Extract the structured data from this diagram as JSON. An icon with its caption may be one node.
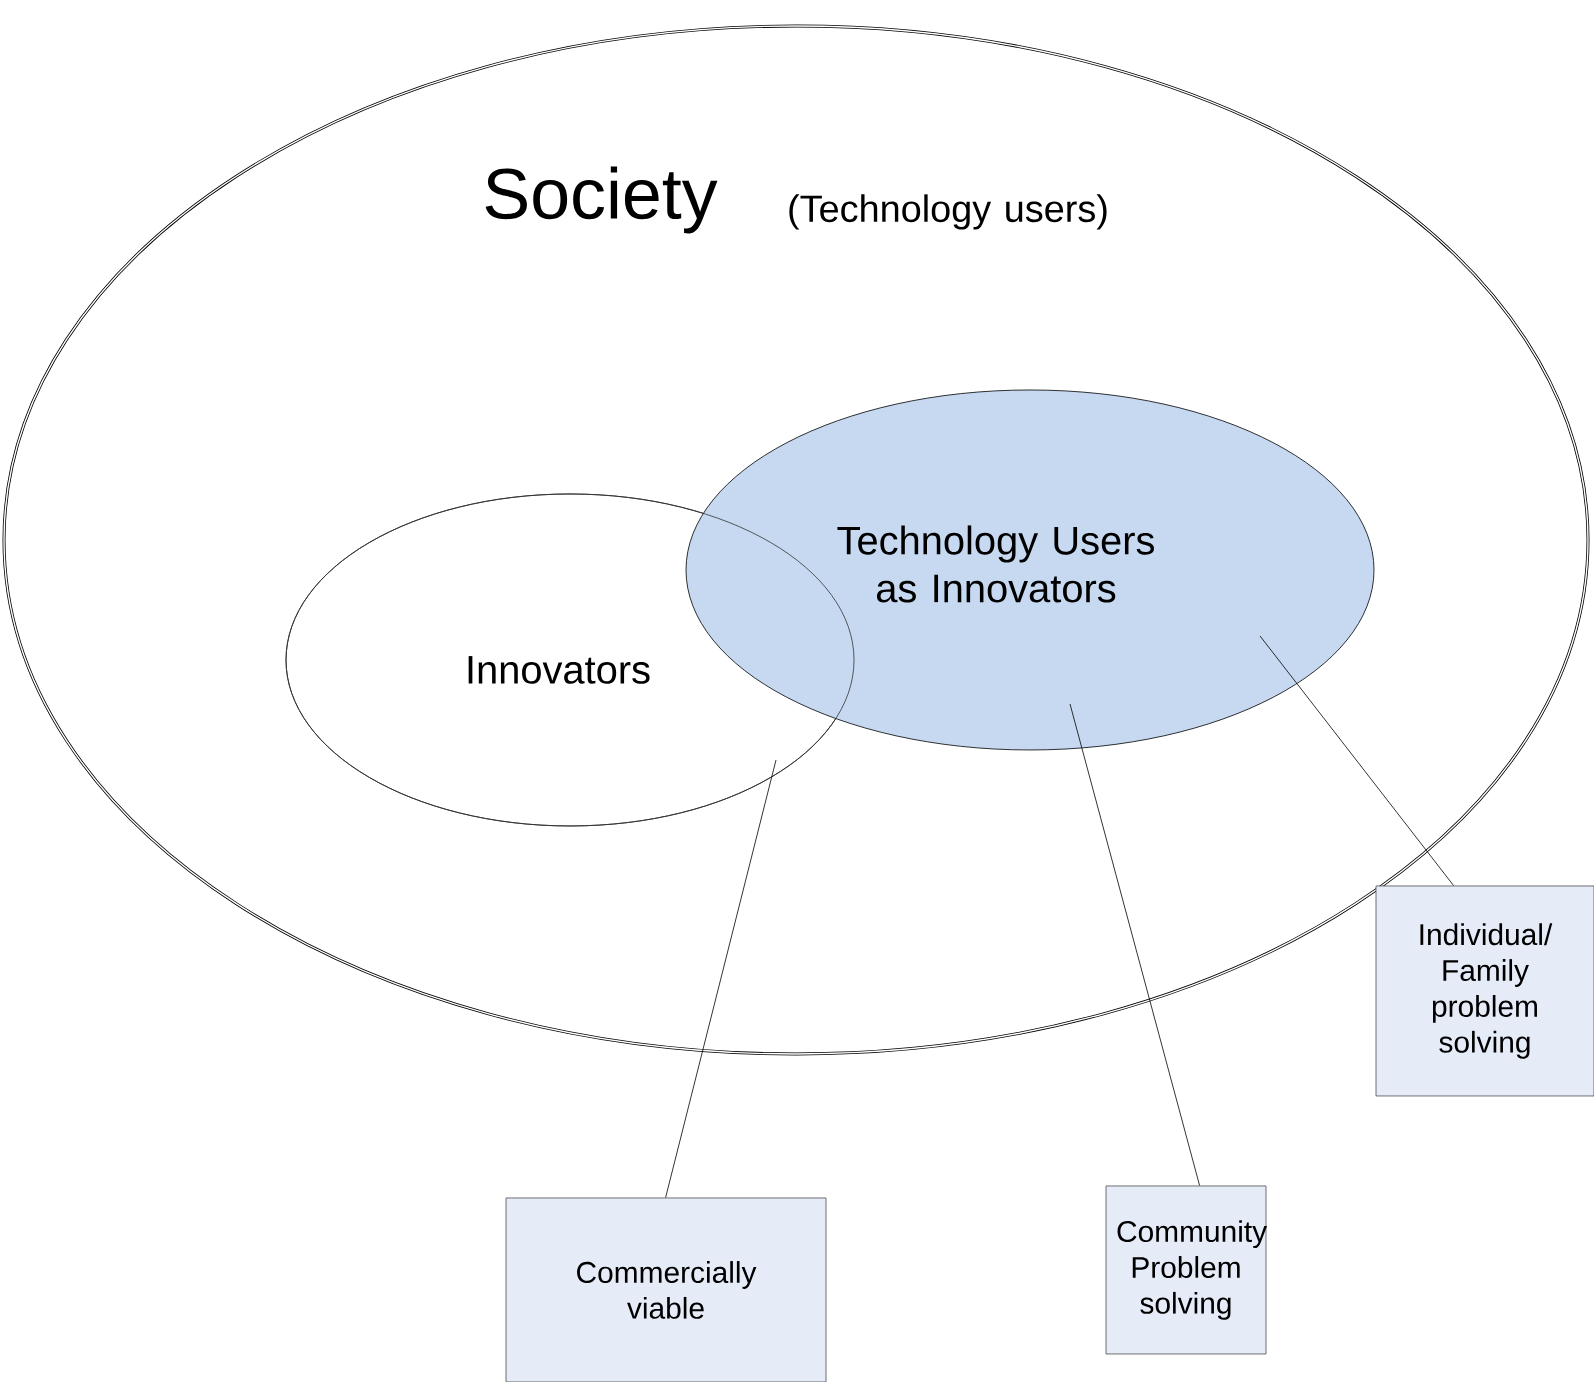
{
  "diagram": {
    "nodes": [
      {
        "text": [
          "Society",
          "(Technology users)"
        ]
      },
      {
        "text": [
          "Innovators"
        ],
        "in": 0
      },
      {
        "text": [
          "Technology Users as Innovators"
        ],
        "in": 0
      },
      {
        "text": [
          "Commercially viable"
        ]
      },
      {
        "text": [
          "Community Problem solving"
        ]
      },
      {
        "text": [
          "Individual/ Family problem solving"
        ]
      }
    ],
    "edges": [
      {
        "from": 3,
        "to": 1,
        "arrow": "none"
      },
      {
        "from": 4,
        "to": 2,
        "arrow": "none"
      },
      {
        "from": 5,
        "to": 2,
        "arrow": "none"
      }
    ]
  }
}
